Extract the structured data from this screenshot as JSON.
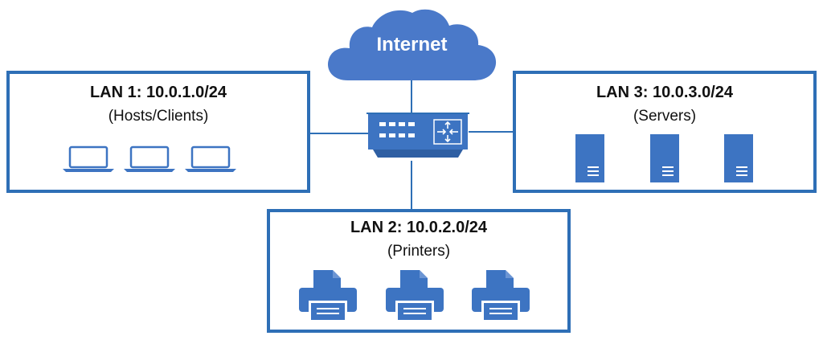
{
  "internet": {
    "label": "Internet"
  },
  "lans": [
    {
      "title": "LAN 1: 10.0.1.0/24",
      "subtitle": "(Hosts/Clients)",
      "device_icon": "laptop-icon",
      "device_count": 3
    },
    {
      "title": "LAN 2: 10.0.2.0/24",
      "subtitle": "(Printers)",
      "device_icon": "printer-icon",
      "device_count": 3
    },
    {
      "title": "LAN 3: 10.0.3.0/24",
      "subtitle": "(Servers)",
      "device_icon": "server-icon",
      "device_count": 3
    }
  ],
  "router": {
    "icon": "router-switch-icon"
  },
  "colors": {
    "accent": "#2e6fb6",
    "icon_fill": "#3d74c2",
    "cloud": "#4a79c9"
  }
}
